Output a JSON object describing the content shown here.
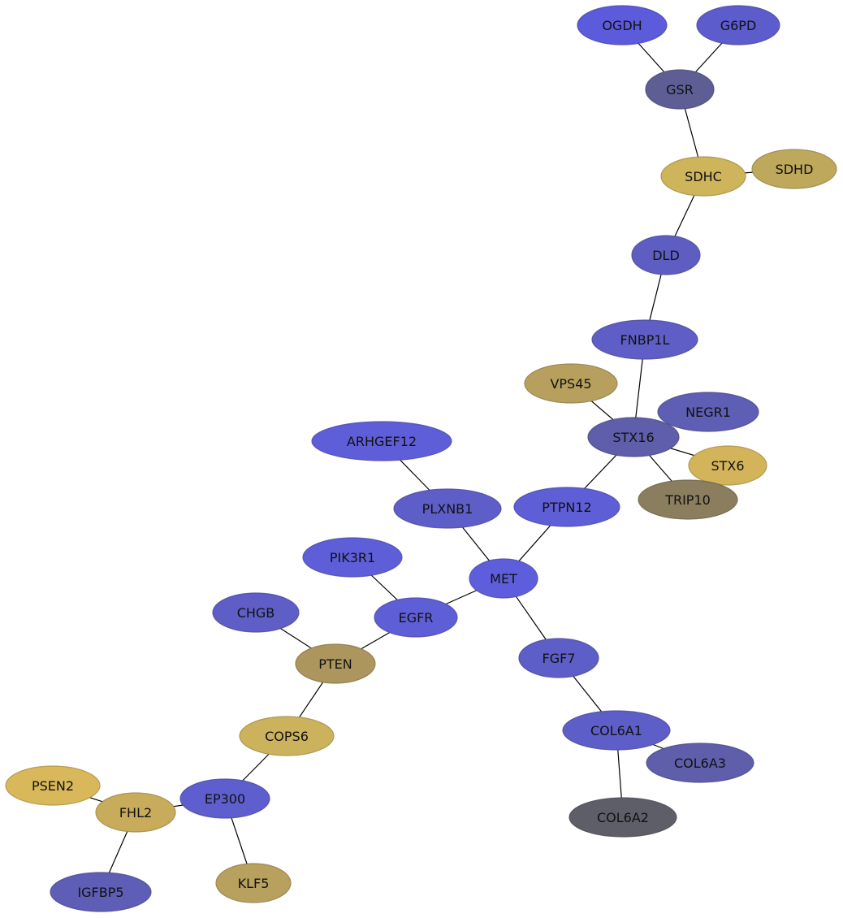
{
  "nodes": [
    {
      "id": "OGDH",
      "label": "OGDH",
      "color": "#5b5bdc"
    },
    {
      "id": "G6PD",
      "label": "G6PD",
      "color": "#5c5ccc"
    },
    {
      "id": "GSR",
      "label": "GSR",
      "color": "#5e5e94"
    },
    {
      "id": "SDHC",
      "label": "SDHC",
      "color": "#ceb45a"
    },
    {
      "id": "SDHD",
      "label": "SDHD",
      "color": "#bea85c"
    },
    {
      "id": "DLD",
      "label": "DLD",
      "color": "#5e5ec2"
    },
    {
      "id": "FNBP1L",
      "label": "FNBP1L",
      "color": "#5e5ec6"
    },
    {
      "id": "VPS45",
      "label": "VPS45",
      "color": "#b7a05e"
    },
    {
      "id": "NEGR1",
      "label": "NEGR1",
      "color": "#5e5eb4"
    },
    {
      "id": "STX16",
      "label": "STX16",
      "color": "#5e5eaa"
    },
    {
      "id": "STX6",
      "label": "STX6",
      "color": "#d4b45a"
    },
    {
      "id": "TRIP10",
      "label": "TRIP10",
      "color": "#8a7e5e"
    },
    {
      "id": "ARHGEF12",
      "label": "ARHGEF12",
      "color": "#5e5ed8"
    },
    {
      "id": "PLXNB1",
      "label": "PLXNB1",
      "color": "#5e5ec8"
    },
    {
      "id": "PTPN12",
      "label": "PTPN12",
      "color": "#5e5ed6"
    },
    {
      "id": "PIK3R1",
      "label": "PIK3R1",
      "color": "#5e5ed8"
    },
    {
      "id": "MET",
      "label": "MET",
      "color": "#5e5edc"
    },
    {
      "id": "CHGB",
      "label": "CHGB",
      "color": "#5e5ec6"
    },
    {
      "id": "EGFR",
      "label": "EGFR",
      "color": "#5e5ed6"
    },
    {
      "id": "PTEN",
      "label": "PTEN",
      "color": "#ac965e"
    },
    {
      "id": "FGF7",
      "label": "FGF7",
      "color": "#5e5ec8"
    },
    {
      "id": "COL6A1",
      "label": "COL6A1",
      "color": "#5e5ec8"
    },
    {
      "id": "COL6A3",
      "label": "COL6A3",
      "color": "#5e5eaa"
    },
    {
      "id": "COPS6",
      "label": "COPS6",
      "color": "#ccb25c"
    },
    {
      "id": "COL6A2",
      "label": "COL6A2",
      "color": "#5e5e68"
    },
    {
      "id": "PSEN2",
      "label": "PSEN2",
      "color": "#d8b85a"
    },
    {
      "id": "EP300",
      "label": "EP300",
      "color": "#5e5ece"
    },
    {
      "id": "FHL2",
      "label": "FHL2",
      "color": "#c8ac5c"
    },
    {
      "id": "KLF5",
      "label": "KLF5",
      "color": "#b8a05e"
    },
    {
      "id": "IGFBP5",
      "label": "IGFBP5",
      "color": "#5e5eb6"
    }
  ],
  "edges": [
    [
      "OGDH",
      "GSR"
    ],
    [
      "G6PD",
      "GSR"
    ],
    [
      "GSR",
      "SDHC"
    ],
    [
      "SDHC",
      "SDHD"
    ],
    [
      "SDHC",
      "DLD"
    ],
    [
      "DLD",
      "FNBP1L"
    ],
    [
      "FNBP1L",
      "STX16"
    ],
    [
      "VPS45",
      "STX16"
    ],
    [
      "STX16",
      "STX6"
    ],
    [
      "STX16",
      "TRIP10"
    ],
    [
      "STX16",
      "PTPN12"
    ],
    [
      "PTPN12",
      "MET"
    ],
    [
      "ARHGEF12",
      "PLXNB1"
    ],
    [
      "PLXNB1",
      "MET"
    ],
    [
      "MET",
      "EGFR"
    ],
    [
      "MET",
      "FGF7"
    ],
    [
      "PIK3R1",
      "EGFR"
    ],
    [
      "EGFR",
      "PTEN"
    ],
    [
      "CHGB",
      "PTEN"
    ],
    [
      "PTEN",
      "COPS6"
    ],
    [
      "COPS6",
      "EP300"
    ],
    [
      "EP300",
      "FHL2"
    ],
    [
      "EP300",
      "KLF5"
    ],
    [
      "PSEN2",
      "FHL2"
    ],
    [
      "FHL2",
      "IGFBP5"
    ],
    [
      "FGF7",
      "COL6A1"
    ],
    [
      "COL6A1",
      "COL6A3"
    ],
    [
      "COL6A1",
      "COL6A2"
    ]
  ]
}
